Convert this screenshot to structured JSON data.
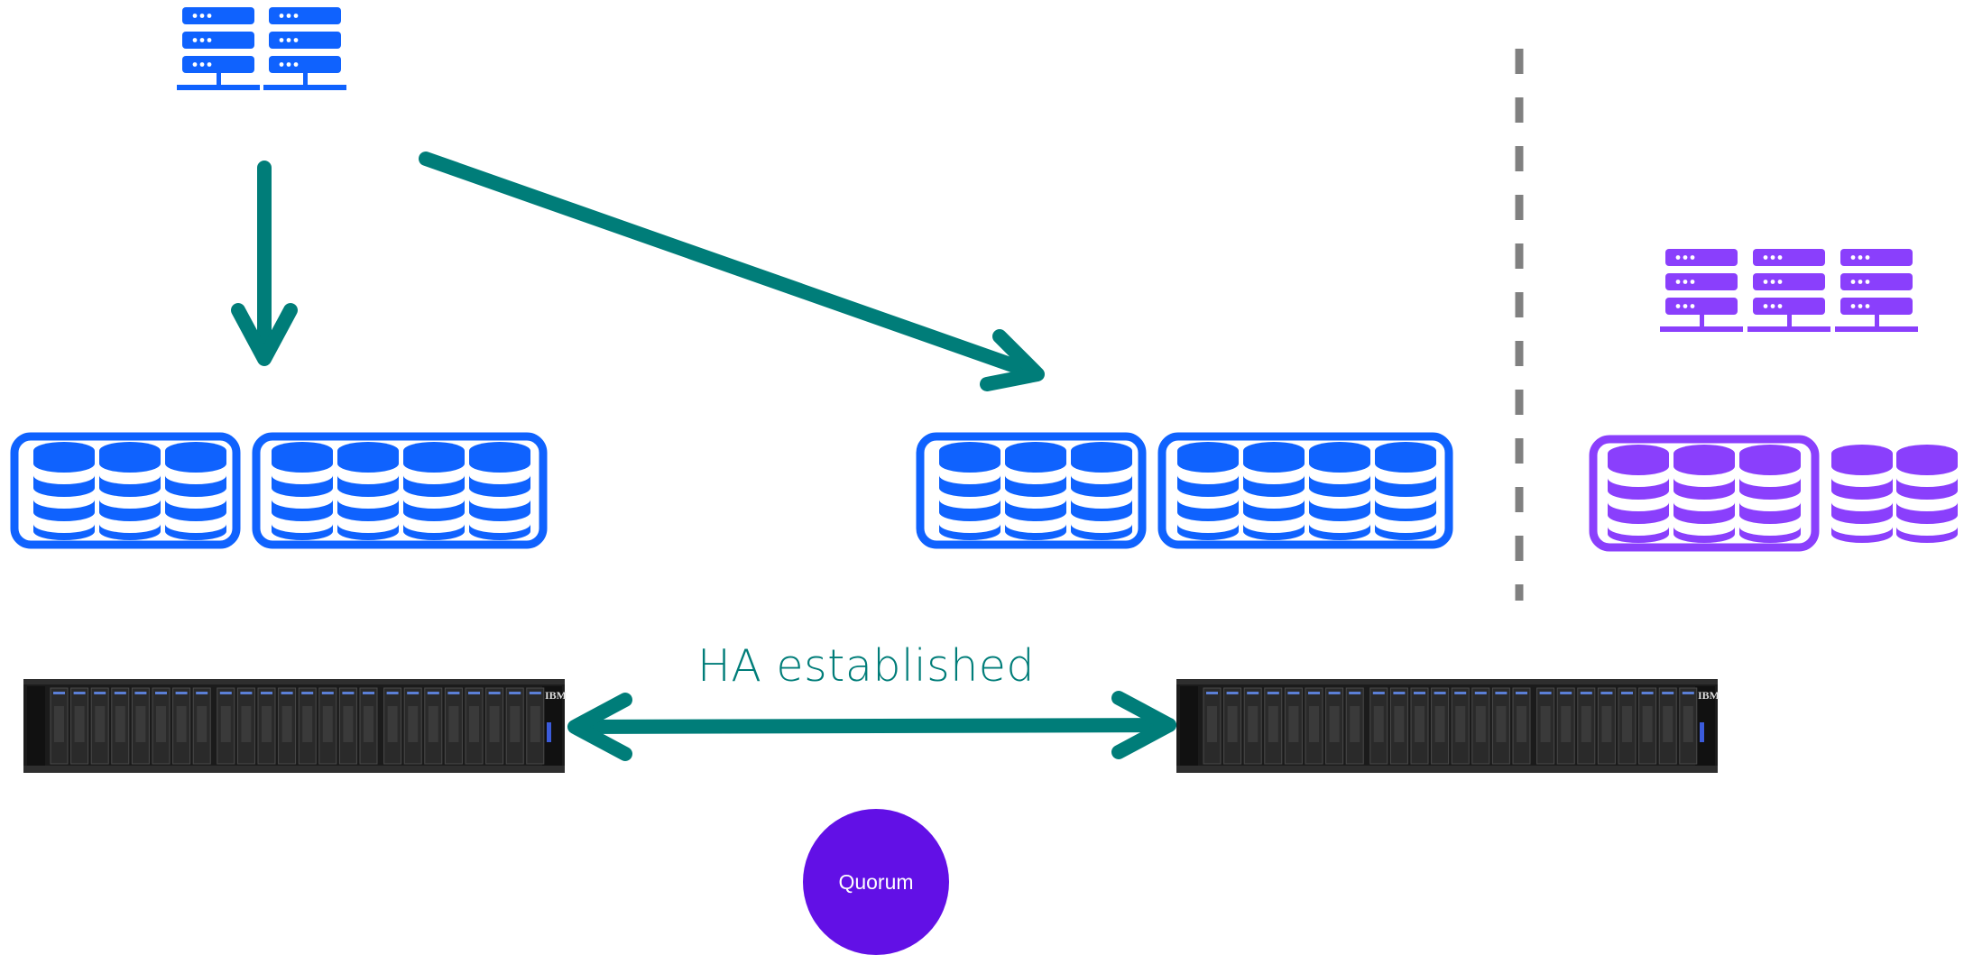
{
  "colors": {
    "blue": "#0f62fe",
    "purple": "#8a3ffc",
    "teal": "#007d79",
    "divider": "#808080",
    "quorum": "#6210e6",
    "server_body": "#1a1a1a"
  },
  "icons": {
    "host_left": "server-rack-icon",
    "host_right": "server-rack-icon",
    "volume": "database-icon",
    "storage": "storage-array-icon"
  },
  "labels": {
    "ha": "HA established",
    "quorum": "Quorum"
  },
  "nodes": {
    "left_host_servers": 2,
    "right_host_servers": 3,
    "left_volume_groups": [
      3,
      4
    ],
    "middle_volume_groups": [
      3,
      4
    ],
    "right_volume_group": 3,
    "right_loose_volumes": 2
  }
}
